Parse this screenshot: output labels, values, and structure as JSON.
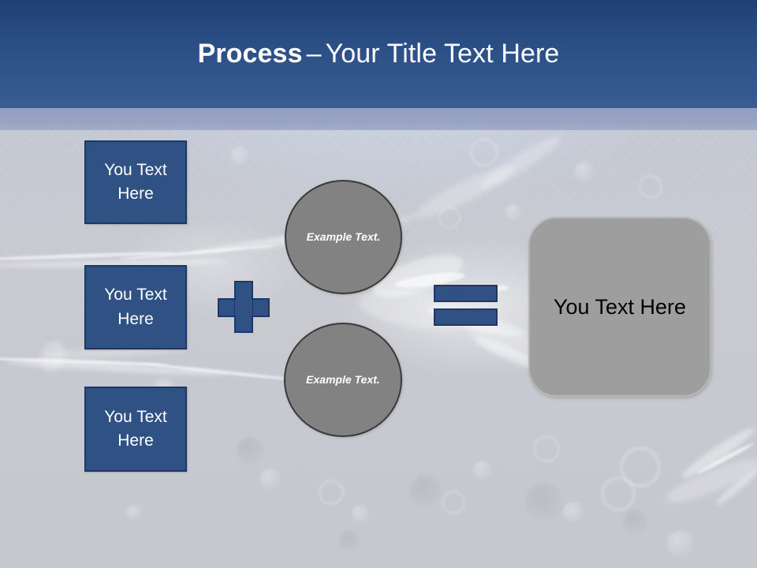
{
  "slide": {
    "title": {
      "strong": "Process",
      "separator": "–",
      "rest": "Your Title Text Here"
    },
    "colors": {
      "header_blue_top": "#1f3f74",
      "header_blue_bottom": "#3a5d93",
      "sub_band": "#97a2c2",
      "shape_blue_fill": "#2f5184",
      "shape_blue_border": "#1f3763",
      "circle_gray_fill": "#828282",
      "circle_gray_border": "#3a3a3a",
      "result_gray_fill": "#9e9e9e",
      "result_gray_border": "#b6b6b6",
      "background_base": "#c6c9d2",
      "text_on_blue": "#ffffff",
      "text_on_result": "#000000"
    },
    "input_boxes": [
      {
        "label": "You Text Here"
      },
      {
        "label": "You Text Here"
      },
      {
        "label": "You Text Here"
      }
    ],
    "operators": {
      "plus": "+",
      "equals": "="
    },
    "circles": [
      {
        "label": "Example Text."
      },
      {
        "label": "Example Text."
      }
    ],
    "result": {
      "label": "You Text Here"
    }
  }
}
